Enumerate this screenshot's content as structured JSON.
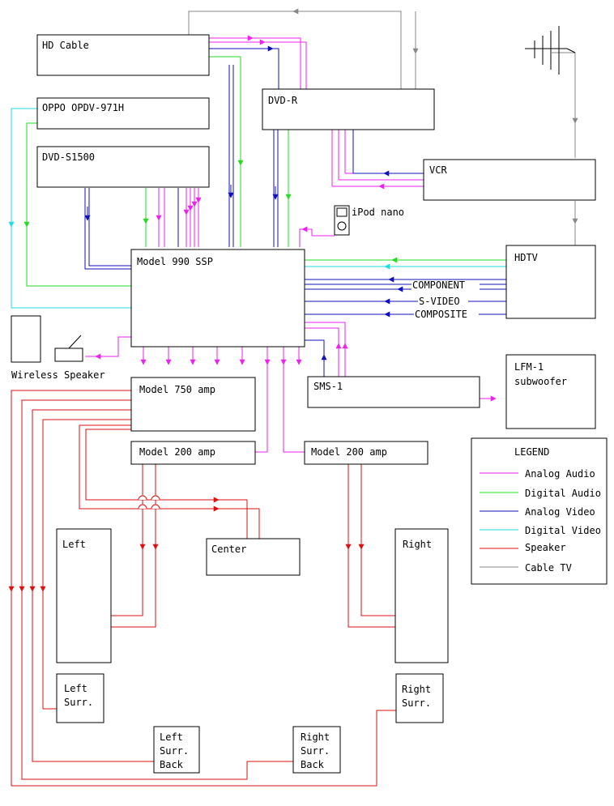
{
  "colors": {
    "analog_audio": "#ee22ee",
    "digital_audio": "#22dd22",
    "analog_video": "#1111bb",
    "digital_video": "#22dddd",
    "speaker": "#dd1111",
    "cable_tv": "#888888"
  },
  "devices": {
    "hd_cable": "HD Cable",
    "oppo": "OPPO OPDV-971H",
    "dvd_s1500": "DVD-S1500",
    "dvd_r": "DVD-R",
    "vcr": "VCR",
    "ipod": "iPod nano",
    "ssp": "Model 990 SSP",
    "hdtv": "HDTV",
    "wireless": "Wireless Speaker",
    "amp750": "Model 750 amp",
    "sms1": "SMS-1",
    "lfm1": [
      "LFM-1",
      "subwoofer"
    ],
    "amp200a": "Model 200 amp",
    "amp200b": "Model 200 amp",
    "left": "Left",
    "center": "Center",
    "right": "Right",
    "left_surr": [
      "Left",
      "Surr."
    ],
    "right_surr": [
      "Right",
      "Surr."
    ],
    "left_surr_back": [
      "Left",
      "Surr.",
      "Back"
    ],
    "right_surr_back": [
      "Right",
      "Surr.",
      "Back"
    ]
  },
  "video_labels": {
    "component": "COMPONENT",
    "svideo": "S-VIDEO",
    "composite": "COMPOSITE"
  },
  "legend": {
    "title": "LEGEND",
    "items": [
      {
        "label": "Analog Audio",
        "color": "#ee22ee"
      },
      {
        "label": "Digital Audio",
        "color": "#22dd22"
      },
      {
        "label": "Analog Video",
        "color": "#1111bb"
      },
      {
        "label": "Digital Video",
        "color": "#22dddd"
      },
      {
        "label": "Speaker",
        "color": "#dd1111"
      },
      {
        "label": "Cable TV",
        "color": "#888888"
      }
    ]
  }
}
